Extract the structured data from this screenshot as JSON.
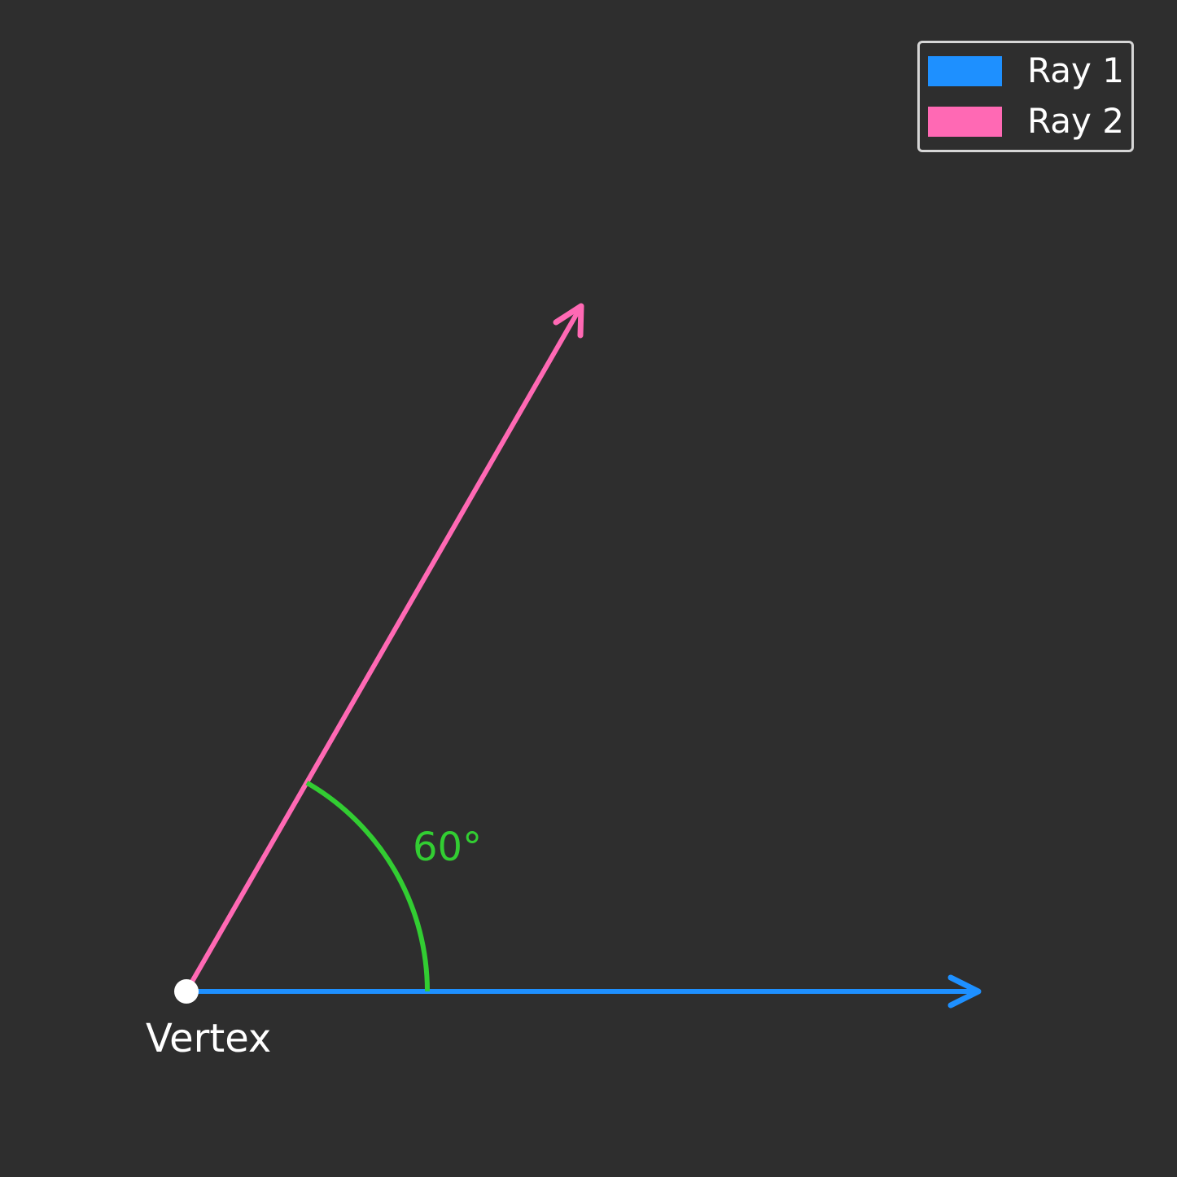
{
  "diagram": {
    "vertex_label": "Vertex",
    "angle_label": "60°",
    "angle_degrees": 60
  },
  "legend": {
    "items": [
      {
        "label": "Ray 1",
        "color": "#1e90ff"
      },
      {
        "label": "Ray 2",
        "color": "#ff69b4"
      }
    ]
  },
  "colors": {
    "background": "#2e2e2e",
    "ray_1": "#1e90ff",
    "ray_2": "#ff69b4",
    "angle_arc": "#32cd32",
    "vertex_point": "#ffffff",
    "text": "#ffffff",
    "legend_border": "#d6d6d6"
  }
}
